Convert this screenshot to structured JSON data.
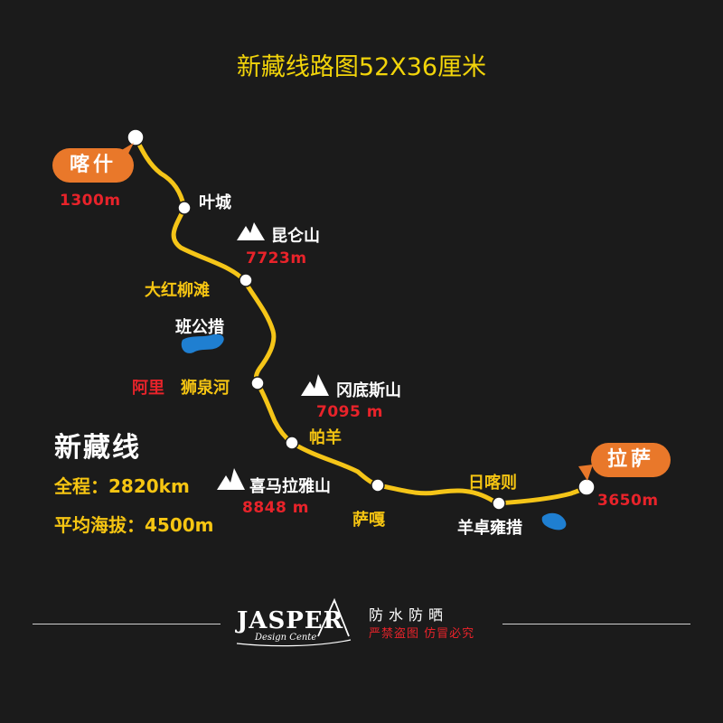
{
  "title": "新藏线路图52X36厘米",
  "route_color": "#f5c518",
  "accent_orange": "#e9782a",
  "alt_red": "#e8232a",
  "start": {
    "name": "喀什",
    "altitude": "1300m"
  },
  "end": {
    "name": "拉萨",
    "altitude": "3650m"
  },
  "stops": {
    "yecheng": "叶城",
    "dahongliutan": "大红柳滩",
    "ali": "阿里",
    "shiquanhe": "狮泉河",
    "payang": "帕羊",
    "saga": "萨嘎",
    "rikaze": "日喀则",
    "yangzhuoyongcuo": "羊卓雍措"
  },
  "lakes": {
    "bangongcuo": "班公措"
  },
  "mountains": [
    {
      "name": "昆仑山",
      "altitude": "7723m",
      "icon": "mountain-icon"
    },
    {
      "name": "冈底斯山",
      "altitude": "7095 m",
      "icon": "mountain-icon"
    },
    {
      "name": "喜马拉雅山",
      "altitude": "8848 m",
      "icon": "mountain-icon"
    }
  ],
  "summary": {
    "heading": "新藏线",
    "total": "全程：2820km",
    "avg_altitude": "平均海拔：4500m"
  },
  "footer": {
    "logo_text": "JASPER",
    "logo_sub": "Design Cente",
    "waterproof": "防水防晒",
    "warning": "严禁盗图  仿冒必究"
  }
}
